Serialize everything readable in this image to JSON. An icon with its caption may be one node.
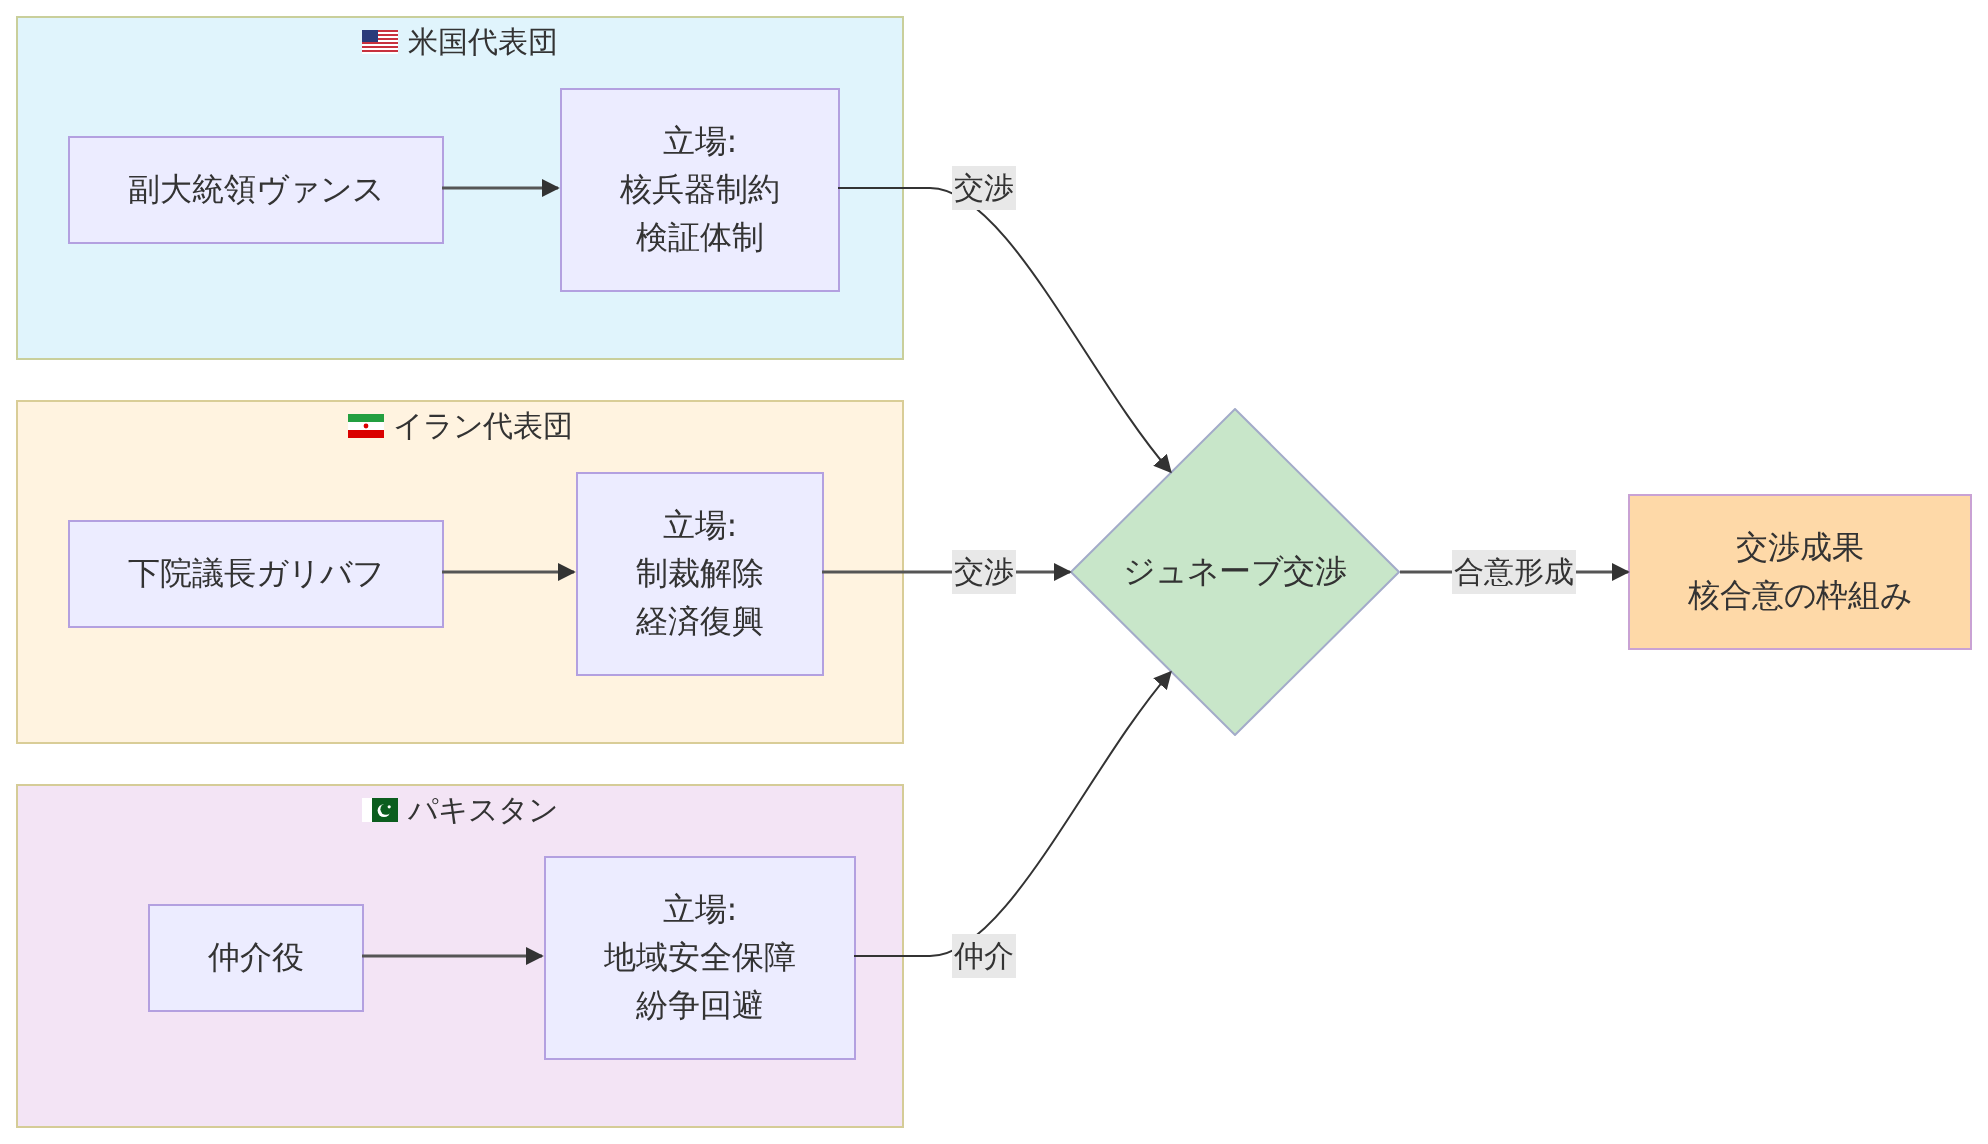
{
  "diagram": {
    "nodes": [
      {
        "text": [
          "米国代表団"
        ]
      },
      {
        "text": [
          "副大統領ヴァンス"
        ],
        "in": 0
      },
      {
        "text": [
          "立場:",
          "核兵器制約",
          "検証体制"
        ],
        "in": 0
      },
      {
        "text": [
          "イラン代表団"
        ]
      },
      {
        "text": [
          "下院議長ガリバフ"
        ],
        "in": 3
      },
      {
        "text": [
          "立場:",
          "制裁解除",
          "経済復興"
        ],
        "in": 3
      },
      {
        "text": [
          "パキスタン"
        ]
      },
      {
        "text": [
          "仲介役"
        ],
        "in": 6
      },
      {
        "text": [
          "立場:",
          "地域安全保障",
          "紛争回避"
        ],
        "in": 6
      },
      {
        "text": [
          "ジュネーブ交渉"
        ]
      },
      {
        "text": [
          "交渉成果",
          "核合意の枠組み"
        ]
      }
    ],
    "edges": [
      {
        "from": 1,
        "to": 2,
        "arrow": "to"
      },
      {
        "from": 2,
        "to": 9,
        "label": "交渉",
        "arrow": "to"
      },
      {
        "from": 4,
        "to": 5,
        "arrow": "to"
      },
      {
        "from": 5,
        "to": 9,
        "label": "交渉",
        "arrow": "to"
      },
      {
        "from": 7,
        "to": 8,
        "arrow": "to"
      },
      {
        "from": 8,
        "to": 9,
        "label": "仲介",
        "arrow": "to"
      },
      {
        "from": 9,
        "to": 10,
        "label": "合意形成",
        "arrow": "to"
      }
    ]
  }
}
